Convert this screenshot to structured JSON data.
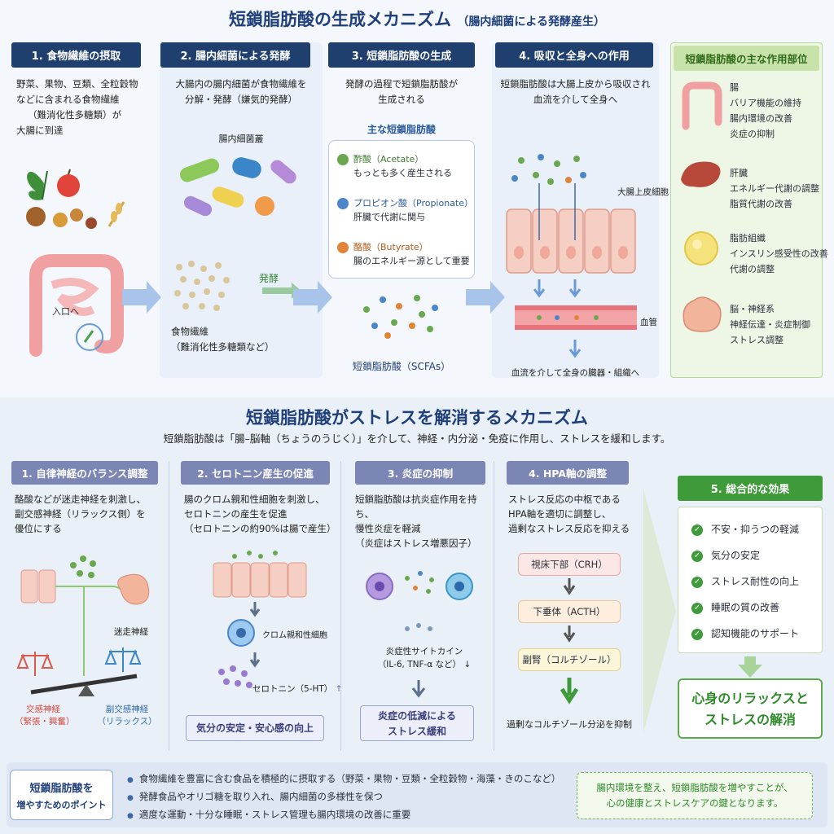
{
  "header": {
    "title": "短鎖脂肪酸の生成メカニズム",
    "subtitle": "（腸内細菌による発酵産生）"
  },
  "steps": [
    {
      "label": "1. 食物繊維の摂取",
      "desc": [
        "野菜、果物、豆類、全粒穀物",
        "などに含まれる食物繊維",
        "（難消化性多糖類）が",
        "大腸に到達"
      ],
      "intestine_label": "入口へ"
    },
    {
      "label": "2. 腸内細菌による発酵",
      "desc": [
        "大腸内の腸内細菌が食物繊維を",
        "分解・発酵（嫌気的発酵）"
      ],
      "bacteria_label": "腸内細菌叢",
      "fiber_label": [
        "食物繊維",
        "（難消化性多糖類など）"
      ],
      "ferment_label": "発酵"
    },
    {
      "label": "3. 短鎖脂肪酸の生成",
      "desc": [
        "発酵の過程で短鎖脂肪酸が",
        "生成される"
      ],
      "main_label": "主な短鎖脂肪酸",
      "acids": [
        {
          "icon": "酢",
          "name": "酢酸（Acetate）",
          "note": "もっとも多く産生される",
          "color": "#6aa84f",
          "name_color": "#3c7a2b"
        },
        {
          "icon": "プ",
          "name": "プロピオン酸（Propionate）",
          "note": "肝臓で代謝に関与",
          "color": "#4a86c8",
          "name_color": "#2b5a9a"
        },
        {
          "icon": "酪",
          "name": "酪酸（Butyrate）",
          "note": "腸のエネルギー源として重要",
          "color": "#e0843a",
          "name_color": "#b25a16"
        }
      ],
      "scfa_label": "短鎖脂肪酸（SCFAs）"
    },
    {
      "label": "4. 吸収と全身への作用",
      "desc": [
        "短鎖脂肪酸は大腸上皮から吸収され",
        "血流を介して全身へ"
      ],
      "epithelium_label": "大腸上皮細胞",
      "vessel_label": "血管",
      "flow_label": "血流を介して全身の臓器・組織へ"
    }
  ],
  "sites": {
    "title": "短鎖脂肪酸の主な作用部位",
    "items": [
      {
        "organ": "腸",
        "effects": [
          "バリア機能の維持",
          "腸内環境の改善",
          "炎症の抑制"
        ],
        "icon": "intestine-icon"
      },
      {
        "organ": "肝臓",
        "effects": [
          "エネルギー代謝の調整",
          "脂質代謝の改善"
        ],
        "icon": "liver-icon"
      },
      {
        "organ": "脂肪組織",
        "effects": [
          "インスリン感受性の改善",
          "代謝の調整"
        ],
        "icon": "fat-cell-icon"
      },
      {
        "organ": "脳・神経系",
        "effects": [
          "神経伝達・炎症制御",
          "ストレス調整"
        ],
        "icon": "brain-icon"
      }
    ]
  },
  "section2": {
    "title": "短鎖脂肪酸がストレスを解消するメカニズム",
    "subtitle": "短鎖脂肪酸は「腸–脳軸（ちょうのうじく）」を介して、神経・内分泌・免疫に作用し、ストレスを緩和します。"
  },
  "mechanisms": [
    {
      "label": "1. 自律神経のバランス調整",
      "desc": [
        "酪酸などが迷走神経を刺激し、",
        "副交感神経（リラックス側）を",
        "優位にする"
      ],
      "vagus_label": "迷走神経",
      "sympathetic": [
        "交感神経",
        "（緊張・興奮）"
      ],
      "parasympathetic": [
        "副交感神経",
        "（リラックス）"
      ]
    },
    {
      "label": "2. セロトニン産生の促進",
      "desc": [
        "腸のクロム親和性細胞を刺激し、",
        "セロトニンの産生を促進",
        "（セロトニンの約90%は腸で産生）"
      ],
      "cell_label": "クロム親和性細胞",
      "serotonin_label": "セロトニン（5-HT）",
      "result": "気分の安定・安心感の向上"
    },
    {
      "label": "3. 炎症の抑制",
      "desc": [
        "短鎖脂肪酸は抗炎症作用を持ち、",
        "慢性炎症を軽減",
        "（炎症はストレス増悪因子）"
      ],
      "cytokine_label": [
        "炎症性サイトカイン",
        "（IL-6, TNF-α など）"
      ],
      "result": [
        "炎症の低減による",
        "ストレス緩和"
      ]
    },
    {
      "label": "4. HPA軸の調整",
      "desc": [
        "ストレス反応の中枢である",
        "HPA軸を適切に調整し、",
        "過剰なストレス反応を抑える"
      ],
      "hpa": [
        "視床下部（CRH）",
        "下垂体（ACTH）",
        "副腎（コルチゾール）"
      ],
      "result": "過剰なコルチゾール分泌を抑制"
    }
  ],
  "overall": {
    "label": "5. 総合的な効果",
    "items": [
      "不安・抑うつの軽減",
      "気分の安定",
      "ストレス耐性の向上",
      "睡眠の質の改善",
      "認知機能のサポート"
    ],
    "conclusion": [
      "心身のリラックスと",
      "ストレスの解消"
    ]
  },
  "footer": {
    "point_title": [
      "短鎖脂肪酸を",
      "増やすためのポイント"
    ],
    "bullets": [
      "食物繊維を豊富に含む食品を積極的に摂取する（野菜・果物・豆類・全粒穀物・海藻・きのこなど）",
      "発酵食品やオリゴ糖を取り入れ、腸内細菌の多様性を保つ",
      "適度な運動・十分な睡眠・ストレス管理も腸内環境の改善に重要"
    ],
    "message": [
      "腸内環境を整え、短鎖脂肪酸を増やすことが、",
      "心の健康とストレスケアの鍵となります。"
    ]
  }
}
